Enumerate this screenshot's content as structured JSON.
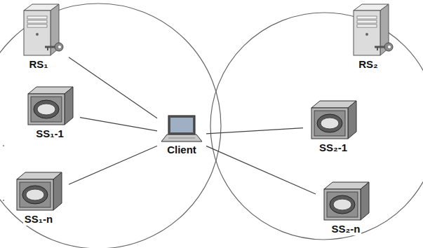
{
  "diagram": {
    "nodes": [
      {
        "text": [
          "RS₁"
        ]
      },
      {
        "text": [
          "SS₁-1"
        ]
      },
      {
        "text": [
          "SS₁-n"
        ]
      },
      {
        "text": [
          "Client"
        ]
      },
      {
        "text": [
          "RS₂"
        ]
      },
      {
        "text": [
          "SS₂-1"
        ]
      },
      {
        "text": [
          "SS₂-n"
        ]
      }
    ],
    "edges": [
      {
        "from": 0,
        "to": 3,
        "arrow": "none"
      },
      {
        "from": 1,
        "to": 3,
        "arrow": "none"
      },
      {
        "from": 2,
        "to": 3,
        "arrow": "none"
      },
      {
        "from": 3,
        "to": 5,
        "arrow": "none"
      },
      {
        "from": 3,
        "to": 6,
        "arrow": "none"
      }
    ]
  }
}
